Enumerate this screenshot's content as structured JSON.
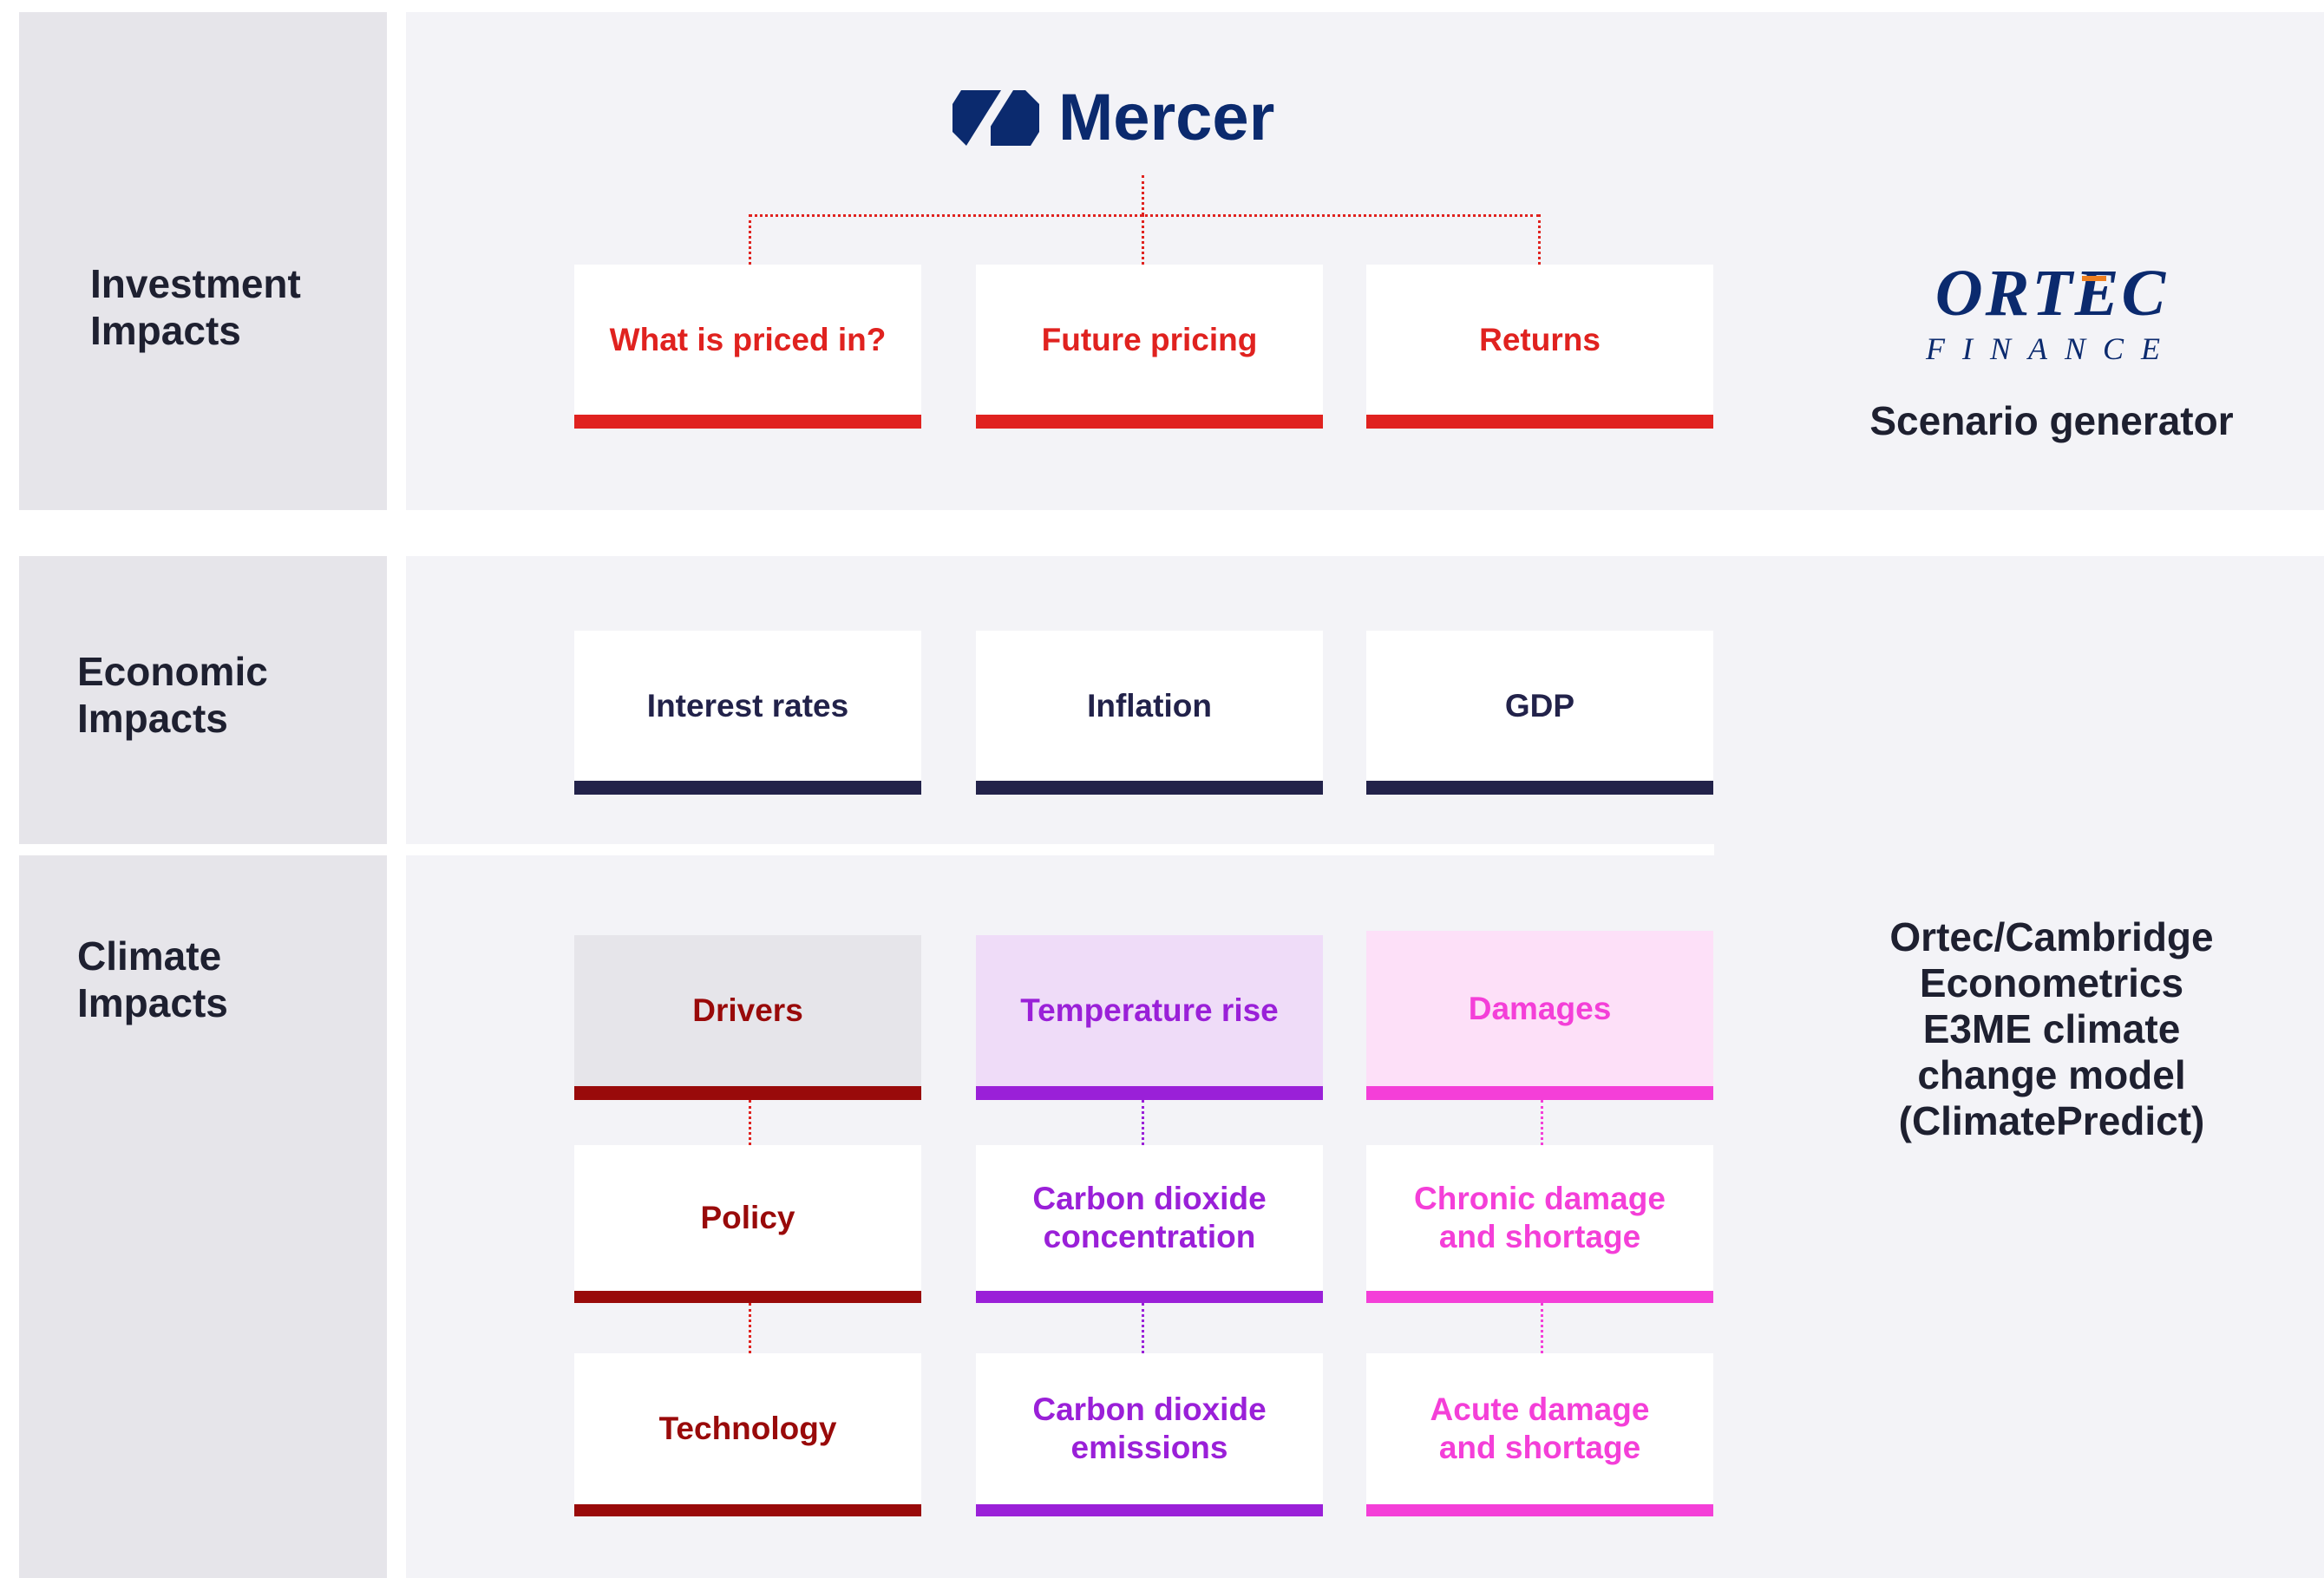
{
  "header": {
    "brand_name": "Mercer",
    "ortec_logo_name": "ORTEC",
    "ortec_logo_sub": "FINANCE",
    "scenario_label": "Scenario generator",
    "model_label": [
      "Ortec/Cambridge",
      "Econometrics",
      "E3ME climate",
      "change model",
      "(ClimatePredict)"
    ]
  },
  "rows": {
    "investment": {
      "label_lines": [
        "Investment",
        "Impacts"
      ]
    },
    "economic": {
      "label_lines": [
        "Economic",
        "Impacts"
      ]
    },
    "climate": {
      "label_lines": [
        "Climate",
        "Impacts"
      ]
    }
  },
  "investment_boxes": [
    "What is priced in?",
    "Future pricing",
    "Returns"
  ],
  "economic_boxes": [
    "Interest rates",
    "Inflation",
    "GDP"
  ],
  "climate_columns": [
    {
      "header": "Drivers",
      "items": [
        [
          "Policy"
        ],
        [
          "Technology"
        ]
      ]
    },
    {
      "header": "Temperature rise",
      "items": [
        [
          "Carbon dioxide",
          "concentration"
        ],
        [
          "Carbon dioxide",
          "emissions"
        ]
      ]
    },
    {
      "header": "Damages",
      "items": [
        [
          "Chronic damage",
          "and shortage"
        ],
        [
          "Acute damage",
          "and shortage"
        ]
      ]
    }
  ],
  "colors": {
    "investment_red": "#e0221f",
    "economic_navy": "#22224a",
    "drivers_dark_red": "#990a0a",
    "temperature_purple": "#9a20d8",
    "damages_pink": "#f43fd8",
    "mercer_navy": "#0b2a6e",
    "ortec_orange": "#f08020"
  }
}
